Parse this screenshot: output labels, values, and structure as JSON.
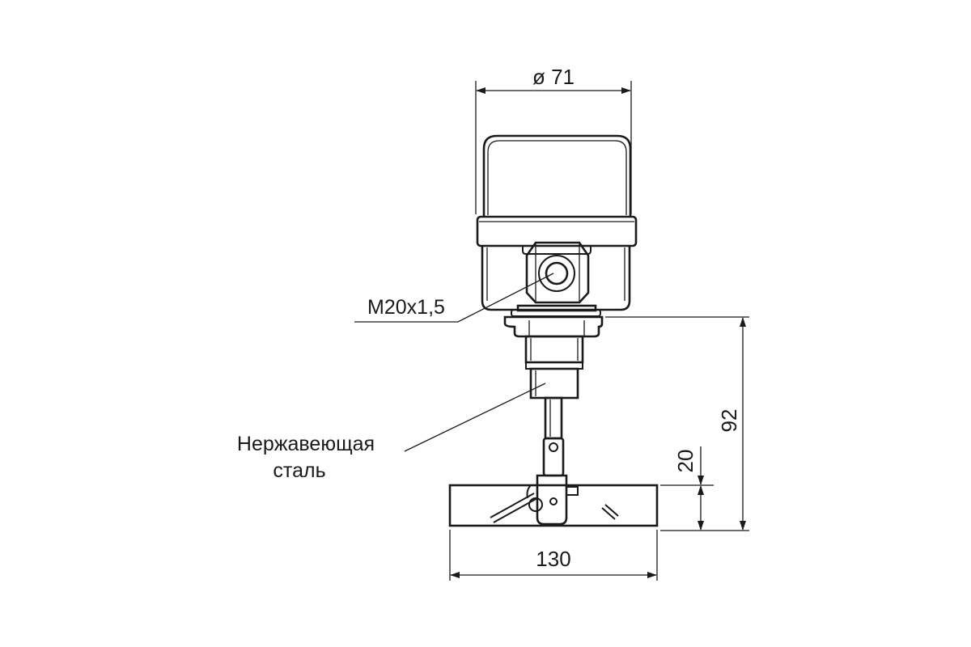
{
  "dimensions": {
    "housing_diameter": "ø 71",
    "total_height": "92",
    "paddle_height": "20",
    "paddle_width": "130"
  },
  "callouts": {
    "thread": "M20x1,5",
    "material_line1": "Нержавеющая",
    "material_line2": "сталь"
  }
}
